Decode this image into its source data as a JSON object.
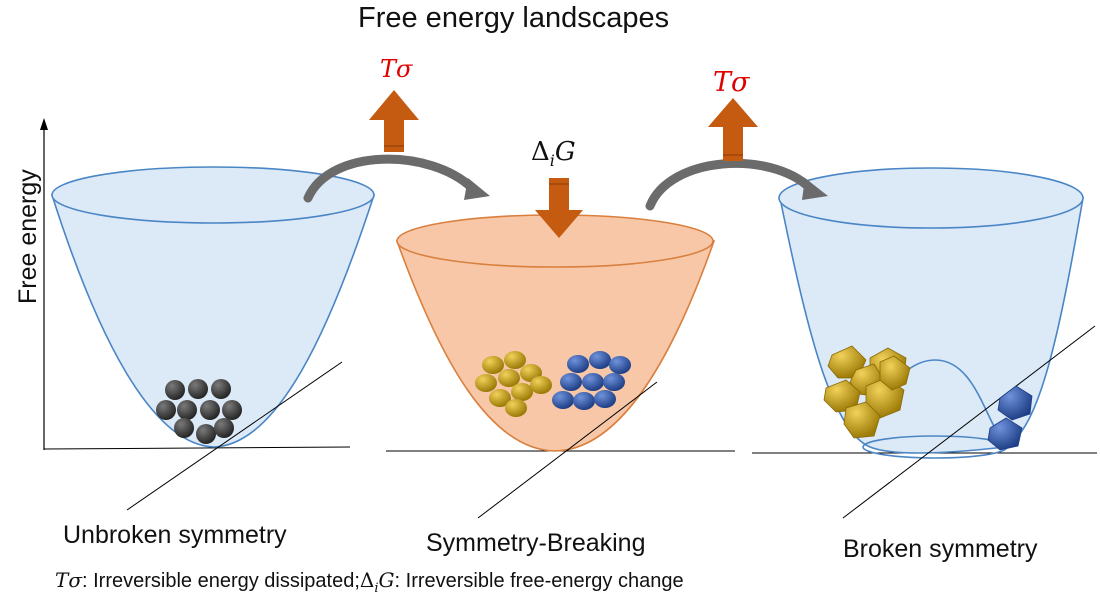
{
  "title": "Free energy landscapes",
  "y_axis_label": "Free energy",
  "stages": [
    {
      "label": "Unbroken symmetry"
    },
    {
      "label": "Symmetry-Breaking"
    },
    {
      "label": "Broken symmetry"
    }
  ],
  "arrow_labels": {
    "t_sigma": "Tσ",
    "delta_g": "Δ",
    "delta_g_sub": "i",
    "delta_g_var": "G"
  },
  "caption": {
    "t_sigma_symbol": "Tσ",
    "t_sigma_text": ": Irreversible energy dissipated;",
    "delta_symbol": "Δ",
    "delta_sub": "i",
    "delta_var": "G",
    "delta_text": ": Irreversible free-energy change"
  },
  "colors": {
    "blue_fill": "#dce9f7",
    "blue_stroke": "#4a86c5",
    "orange_fill": "#f7c7a8",
    "orange_stroke": "#d9803f",
    "orange_arrow": "#c55a11",
    "red_text": "#e00000",
    "grey_arrow": "#6b6b6b",
    "black_particle": "#3a3a3a",
    "gold_particle": "#c9a00d",
    "blue_particle": "#2e55a8"
  }
}
